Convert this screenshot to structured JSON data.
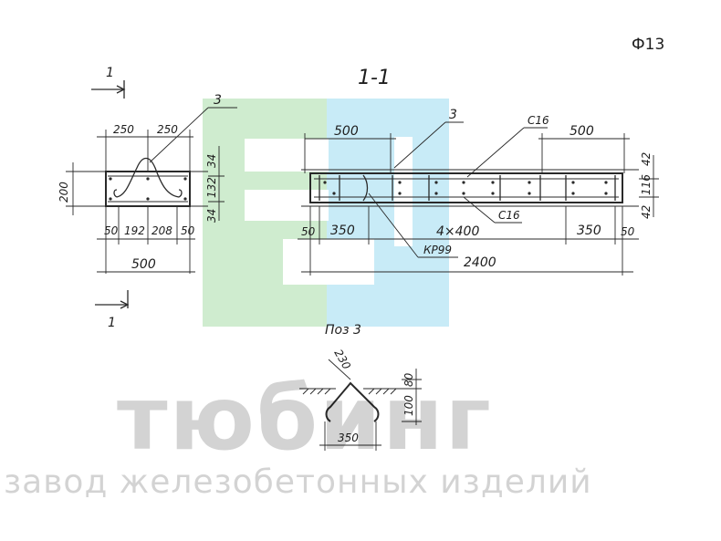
{
  "doc_code": "Ф13",
  "section_title": "1-1",
  "detail_title": "Поз 3",
  "cut_marker": "1",
  "part_marks": {
    "pos": "3",
    "mesh_top": "С16",
    "mesh_bottom": "С16",
    "frame": "КР99"
  },
  "cross_section": {
    "top_dims": [
      "250",
      "250"
    ],
    "height": "200",
    "right_dims": [
      "34",
      "132",
      "34"
    ],
    "bottom_dims": [
      "50",
      "192",
      "208",
      "50"
    ],
    "width": "500"
  },
  "longitudinal": {
    "end_dims": [
      "500",
      "500"
    ],
    "right_dims": [
      "42",
      "116",
      "42"
    ],
    "bottom_dims": [
      "50",
      "350",
      "4×400",
      "350",
      "50"
    ],
    "length": "2400"
  },
  "detail": {
    "diag": "230",
    "height_dims": [
      "80",
      "100"
    ],
    "width": "350"
  },
  "watermark": {
    "brand": "тюбинг",
    "subtitle": "завод железобетонных изделий",
    "colors": [
      "#cfeccf",
      "#c8ebf7"
    ]
  }
}
